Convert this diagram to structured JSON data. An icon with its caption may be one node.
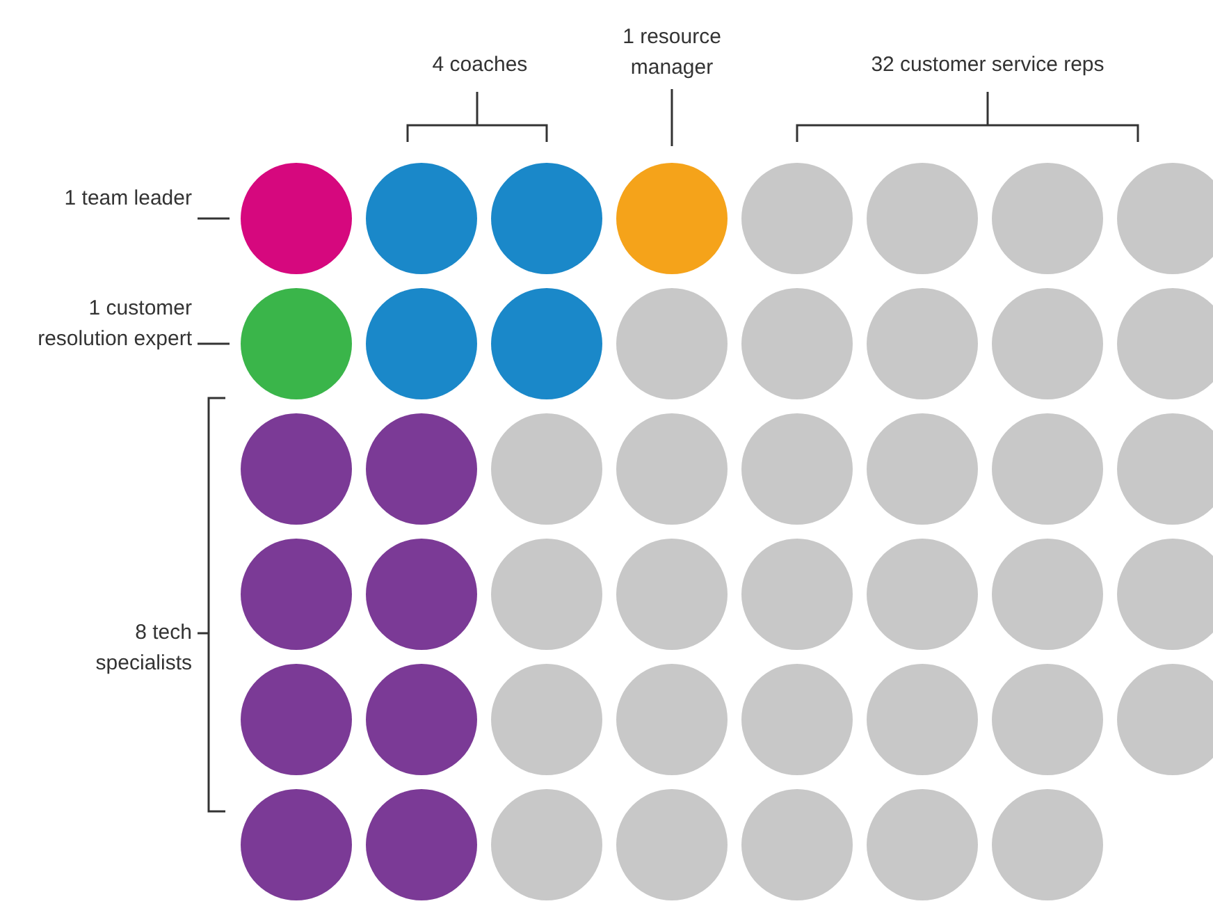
{
  "diagram": {
    "nodes": [
      {
        "text": [
          "1 resource manager"
        ]
      },
      {
        "text": [
          "1 team leader"
        ]
      },
      {
        "text": [
          "1 customer resolution expert"
        ]
      },
      {
        "text": [],
        "shape": "circle"
      },
      {
        "text": [],
        "shape": "circle"
      },
      {
        "text": [],
        "shape": "circle"
      },
      {
        "text": [],
        "shape": "circle"
      },
      {
        "text": [],
        "shape": "circle"
      },
      {
        "text": [],
        "shape": "circle"
      },
      {
        "text": [],
        "shape": "circle"
      },
      {
        "text": [],
        "shape": "circle"
      },
      {
        "text": [],
        "shape": "circle"
      },
      {
        "text": [],
        "shape": "circle"
      },
      {
        "text": [],
        "shape": "circle"
      },
      {
        "text": [],
        "shape": "circle"
      },
      {
        "text": [],
        "shape": "circle"
      },
      {
        "text": [],
        "shape": "circle"
      },
      {
        "text": [],
        "shape": "circle"
      },
      {
        "text": [],
        "shape": "circle"
      },
      {
        "text": [],
        "shape": "circle"
      },
      {
        "text": [],
        "shape": "circle"
      },
      {
        "text": [],
        "shape": "circle"
      },
      {
        "text": [],
        "shape": "circle"
      },
      {
        "text": [],
        "shape": "circle"
      },
      {
        "text": [],
        "shape": "circle"
      },
      {
        "text": [],
        "shape": "circle"
      },
      {
        "text": [],
        "shape": "circle"
      },
      {
        "text": [],
        "shape": "circle"
      },
      {
        "text": [],
        "shape": "circle"
      },
      {
        "text": [],
        "shape": "circle"
      },
      {
        "text": [],
        "shape": "circle"
      },
      {
        "text": [],
        "shape": "circle"
      },
      {
        "text": [],
        "shape": "circle"
      },
      {
        "text": [],
        "shape": "circle"
      },
      {
        "text": [],
        "shape": "circle"
      },
      {
        "text": [],
        "shape": "circle"
      },
      {
        "text": [],
        "shape": "circle"
      },
      {
        "text": [],
        "shape": "circle"
      },
      {
        "text": [],
        "shape": "circle"
      },
      {
        "text": [],
        "shape": "circle"
      },
      {
        "text": [],
        "shape": "circle"
      },
      {
        "text": [],
        "shape": "circle"
      },
      {
        "text": [],
        "shape": "circle"
      },
      {
        "text": [],
        "shape": "circle"
      },
      {
        "text": [],
        "shape": "circle"
      },
      {
        "text": [],
        "shape": "circle"
      },
      {
        "text": [],
        "shape": "circle"
      },
      {
        "text": [],
        "shape": "circle"
      },
      {
        "text": [],
        "shape": "circle"
      },
      {
        "text": [],
        "shape": "circle"
      }
    ],
    "edges": [
      {
        "from": 0,
        "to": 6,
        "arrow": "none"
      },
      {
        "from": 1,
        "to": 3,
        "arrow": "none"
      },
      {
        "from": 2,
        "to": 11,
        "arrow": "none"
      }
    ],
    "labels": [
      "4 coaches",
      "32 customer service reps",
      "8 tech specialists"
    ]
  }
}
